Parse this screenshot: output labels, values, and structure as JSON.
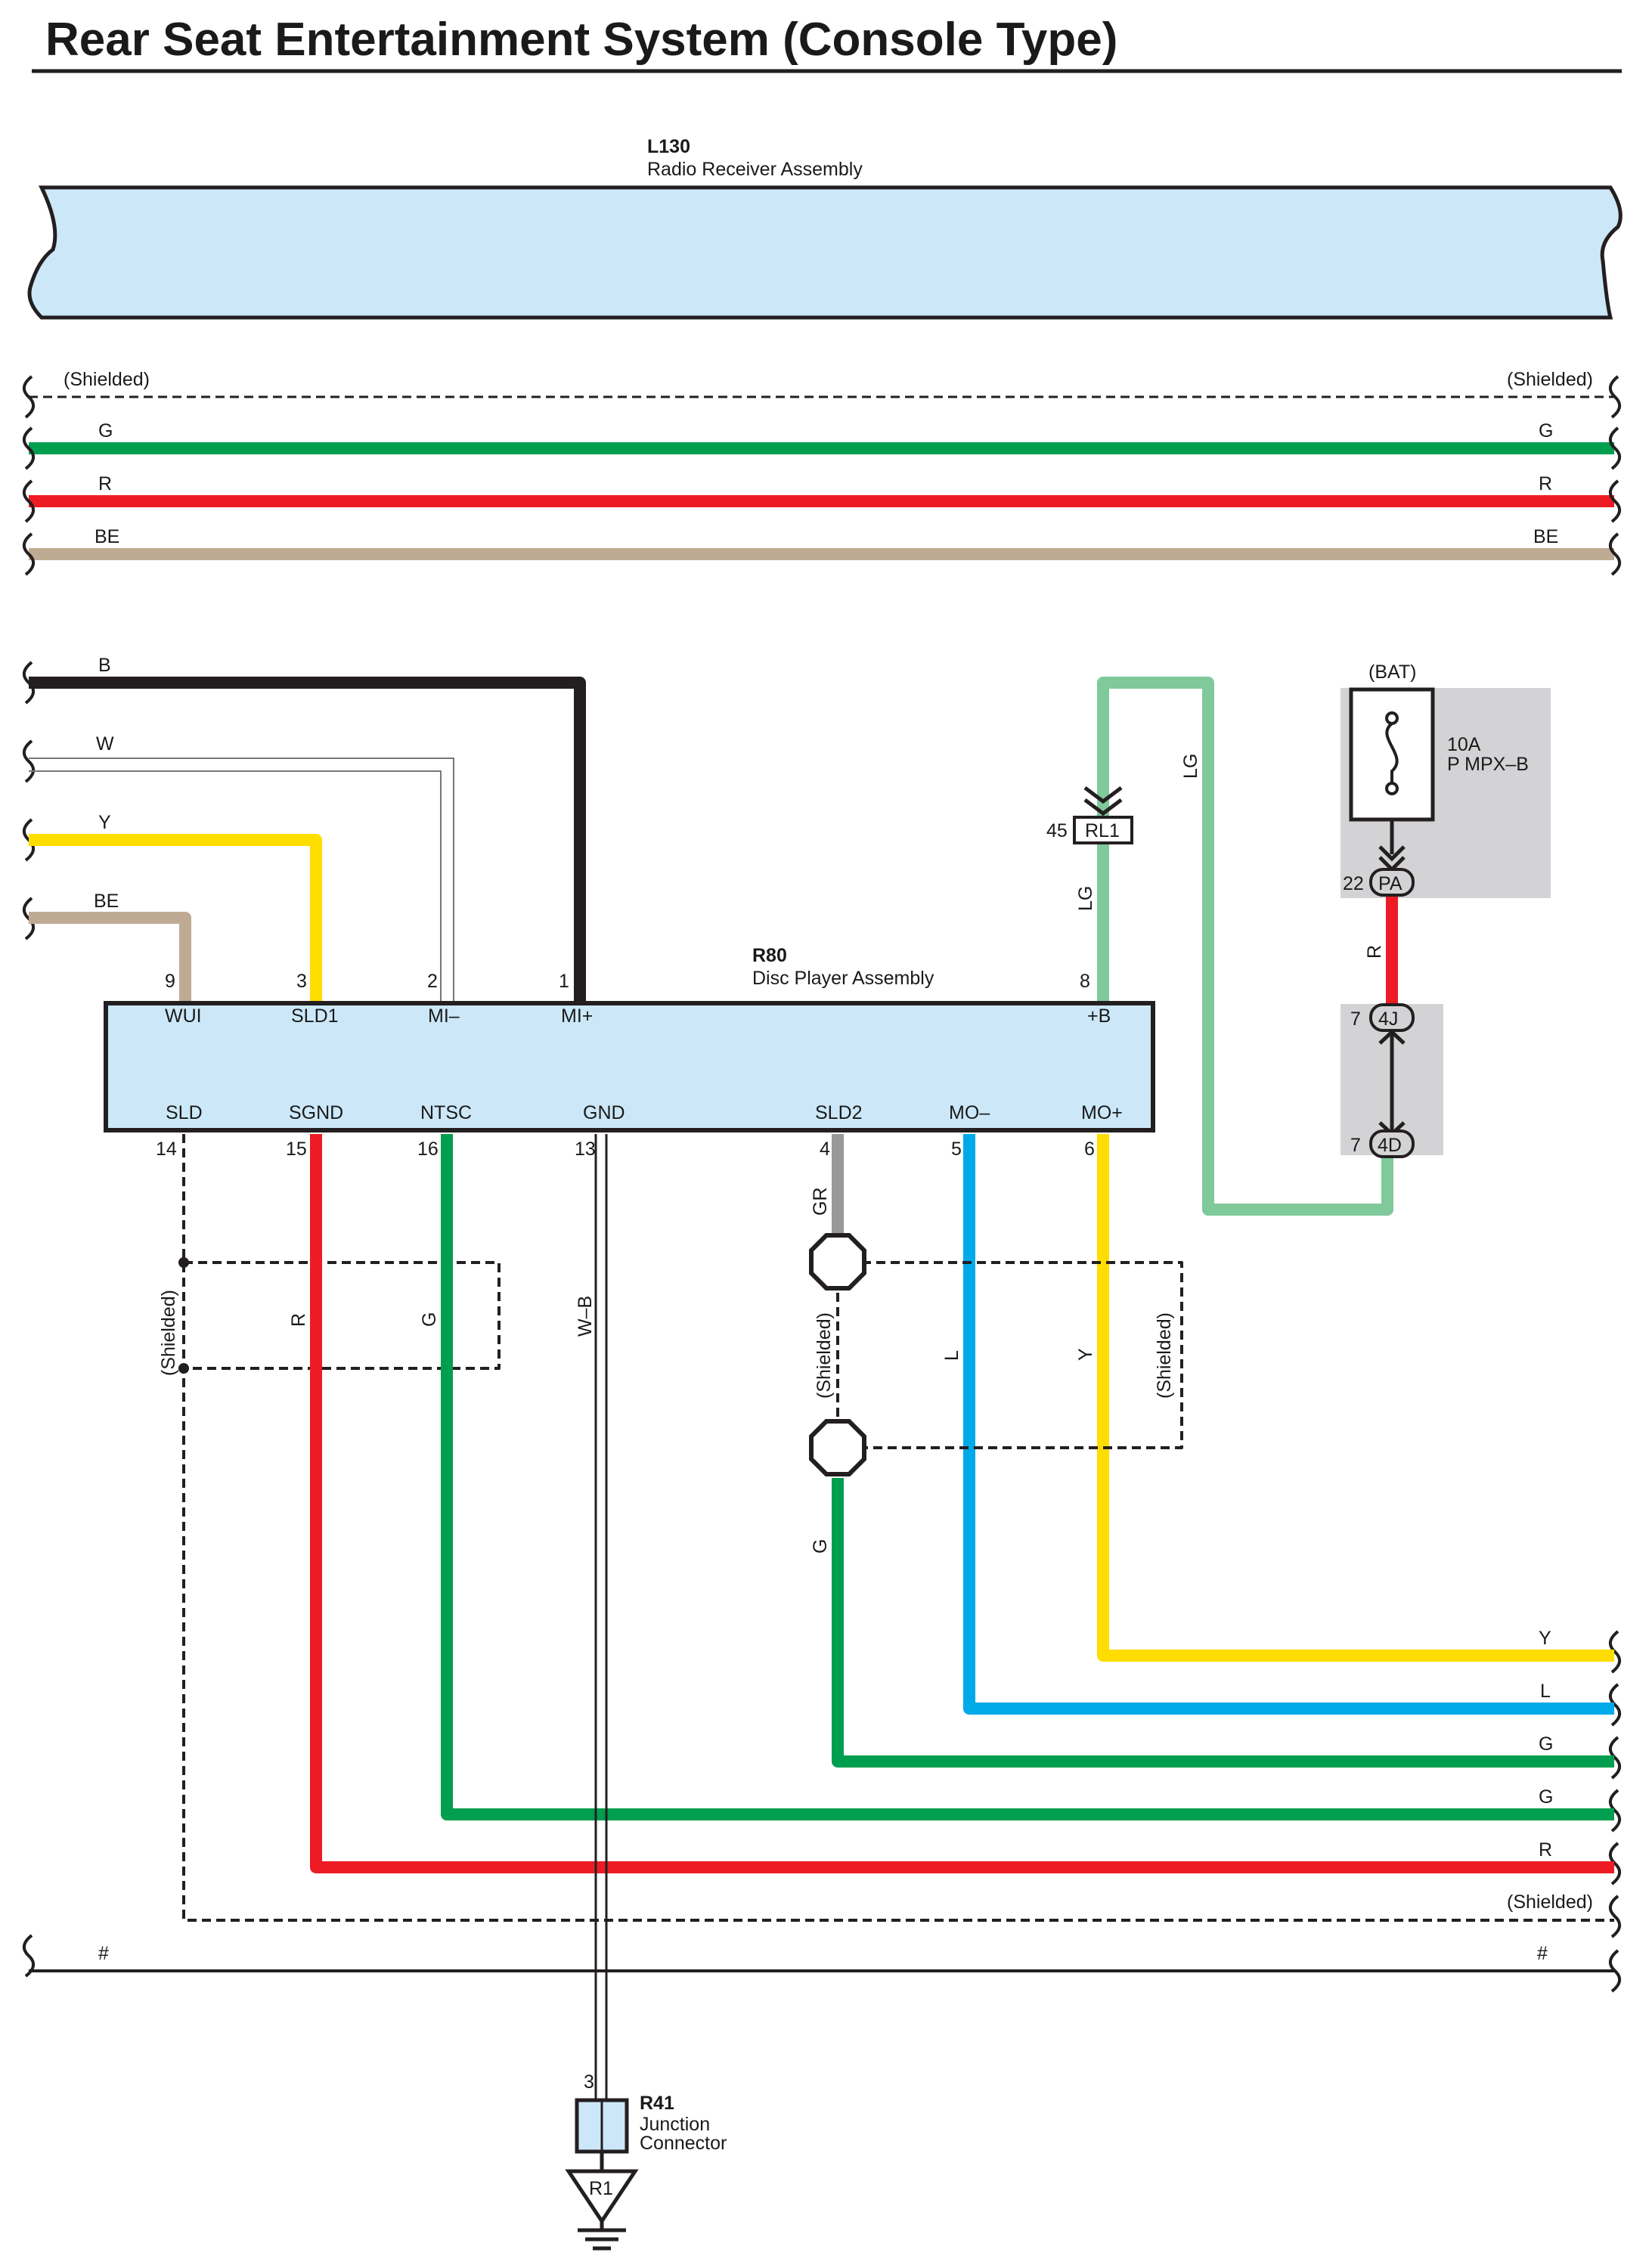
{
  "title": "Rear Seat Entertainment System (Console Type)",
  "components": {
    "radio": {
      "code": "L130",
      "name": "Radio Receiver Assembly"
    },
    "disc": {
      "code": "R80",
      "name": "Disc Player Assembly"
    },
    "junction": {
      "code": "R41",
      "name_line1": "Junction",
      "name_line2": "Connector",
      "pin": "3",
      "ground_code": "R1"
    },
    "fuse": {
      "group": "(BAT)",
      "rating": "10A",
      "name": "P MPX–B"
    }
  },
  "disc_top_terminals": [
    {
      "pin": "9",
      "name": "WUI"
    },
    {
      "pin": "3",
      "name": "SLD1"
    },
    {
      "pin": "2",
      "name": "MI–"
    },
    {
      "pin": "1",
      "name": "MI+"
    },
    {
      "pin": "8",
      "name": "+B"
    }
  ],
  "disc_bottom_terminals": [
    {
      "pin": "14",
      "name": "SLD"
    },
    {
      "pin": "15",
      "name": "SGND"
    },
    {
      "pin": "16",
      "name": "NTSC"
    },
    {
      "pin": "13",
      "name": "GND"
    },
    {
      "pin": "4",
      "name": "SLD2"
    },
    {
      "pin": "5",
      "name": "MO–"
    },
    {
      "pin": "6",
      "name": "MO+"
    }
  ],
  "connectors": {
    "rl1": {
      "pin": "45",
      "name": "RL1"
    },
    "pa": {
      "pin": "22",
      "name": "PA"
    },
    "j4": {
      "pin": "7",
      "name": "4J"
    },
    "d4": {
      "pin": "7",
      "name": "4D"
    }
  },
  "wire_labels": {
    "shielded": "(Shielded)",
    "G": "G",
    "R": "R",
    "BE": "BE",
    "B": "B",
    "W": "W",
    "Y": "Y",
    "LG": "LG",
    "GR": "GR",
    "L": "L",
    "WB": "W–B",
    "hash": "#"
  },
  "colors": {
    "green": "#009e4f",
    "red": "#ed1c24",
    "beige": "#bfab94",
    "black": "#231f20",
    "yellow": "#ffdd00",
    "blue": "#00a9e8",
    "light_green": "#7fc99a",
    "gray": "#999999",
    "component_fill": "#cce8f8",
    "fuse_box_fill": "#d3d3d5"
  }
}
